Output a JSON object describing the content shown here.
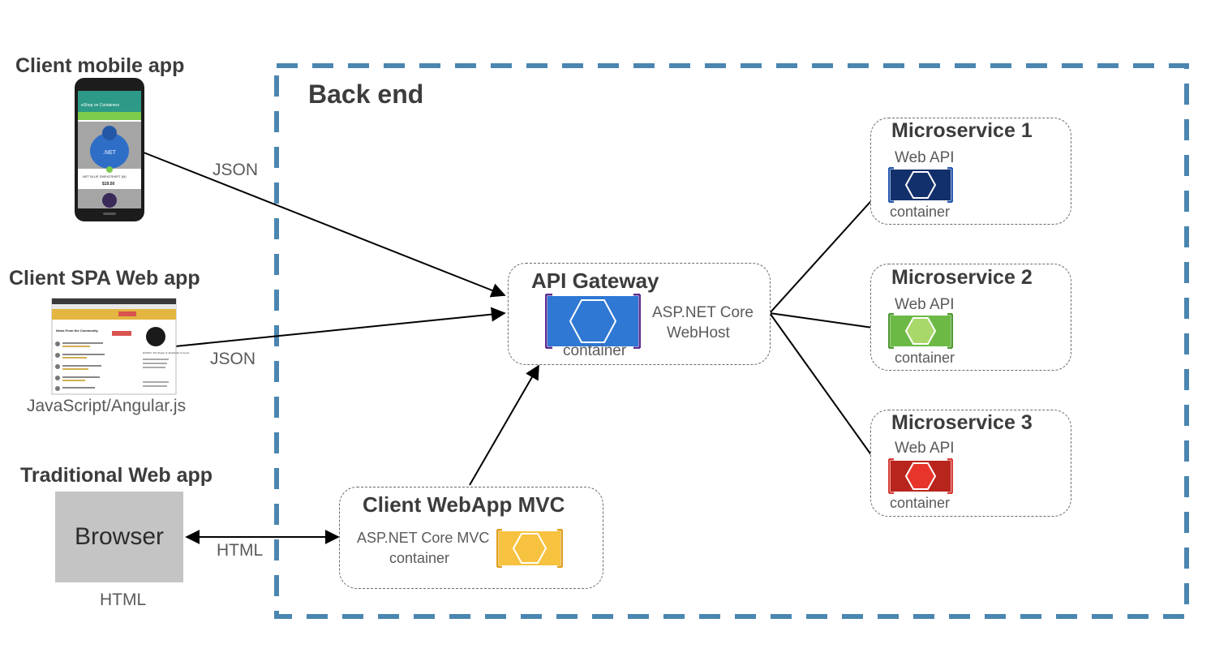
{
  "backend": {
    "title": "Back end",
    "border_color": "#4a86b0"
  },
  "clients": {
    "mobile": {
      "title": "Client mobile app",
      "screen": {
        "app_title": "eShop on Containers",
        "product_name": ".NET BLUE SWEATSHIRT (M)",
        "price": "$19.50",
        "badge": ".NET"
      }
    },
    "spa": {
      "title": "Client SPA Web app",
      "caption": "JavaScript/Angular.js",
      "screen": {
        "heading": "News From the Community",
        "sidebar_title": "ECMAS: The Shape of JavaScript to Come"
      }
    },
    "traditional": {
      "title": "Traditional Web app",
      "browser_label": "Browser",
      "caption": "HTML"
    }
  },
  "edges": {
    "mobile_label": "JSON",
    "spa_label": "JSON",
    "browser_label": "HTML"
  },
  "gateway": {
    "title": "API Gateway",
    "host_line1": "ASP.NET Core",
    "host_line2": "WebHost",
    "container": "container",
    "color": "#2f78d4"
  },
  "mvc": {
    "title": "Client WebApp MVC",
    "line1": "ASP.NET Core MVC",
    "line2": "container",
    "color": "#f7c23f"
  },
  "microservices": [
    {
      "title": "Microservice 1",
      "api": "Web API",
      "container": "container",
      "color": "#12306b"
    },
    {
      "title": "Microservice 2",
      "api": "Web API",
      "container": "container",
      "color": "#8ccc55"
    },
    {
      "title": "Microservice 3",
      "api": "Web API",
      "container": "container",
      "color": "#cc2a22"
    }
  ]
}
